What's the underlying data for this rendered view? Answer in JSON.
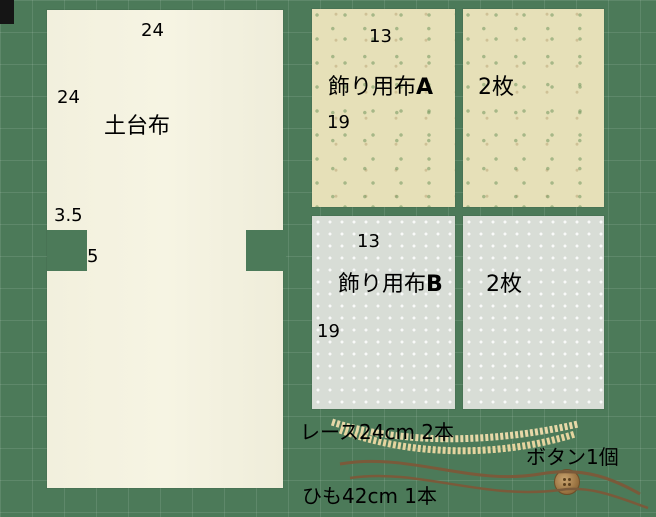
{
  "base_cloth": {
    "width_label": "24",
    "height_label": "24",
    "name": "土台布",
    "notch_height": "3.5",
    "notch_width": "5"
  },
  "cloth_a": {
    "width_label": "13",
    "height_label": "19",
    "name_prefix": "飾り用布",
    "name_letter": "A",
    "count": "2枚"
  },
  "cloth_b": {
    "width_label": "13",
    "height_label": "19",
    "name_prefix": "飾り用布",
    "name_letter": "B",
    "count": "2枚"
  },
  "lace": {
    "text": "レース24cm  2本"
  },
  "button": {
    "text": "ボタン1個"
  },
  "cord": {
    "text": "ひも42cm  1本"
  },
  "colors": {
    "mat": "#4c7a59",
    "base_fabric": "#f3f1df",
    "cloth_a": "#e6e0b8",
    "cloth_b": "#d8ddd6",
    "lace": "#e7d8a8",
    "cord": "#7a5a3a",
    "button": "#a47a45"
  }
}
